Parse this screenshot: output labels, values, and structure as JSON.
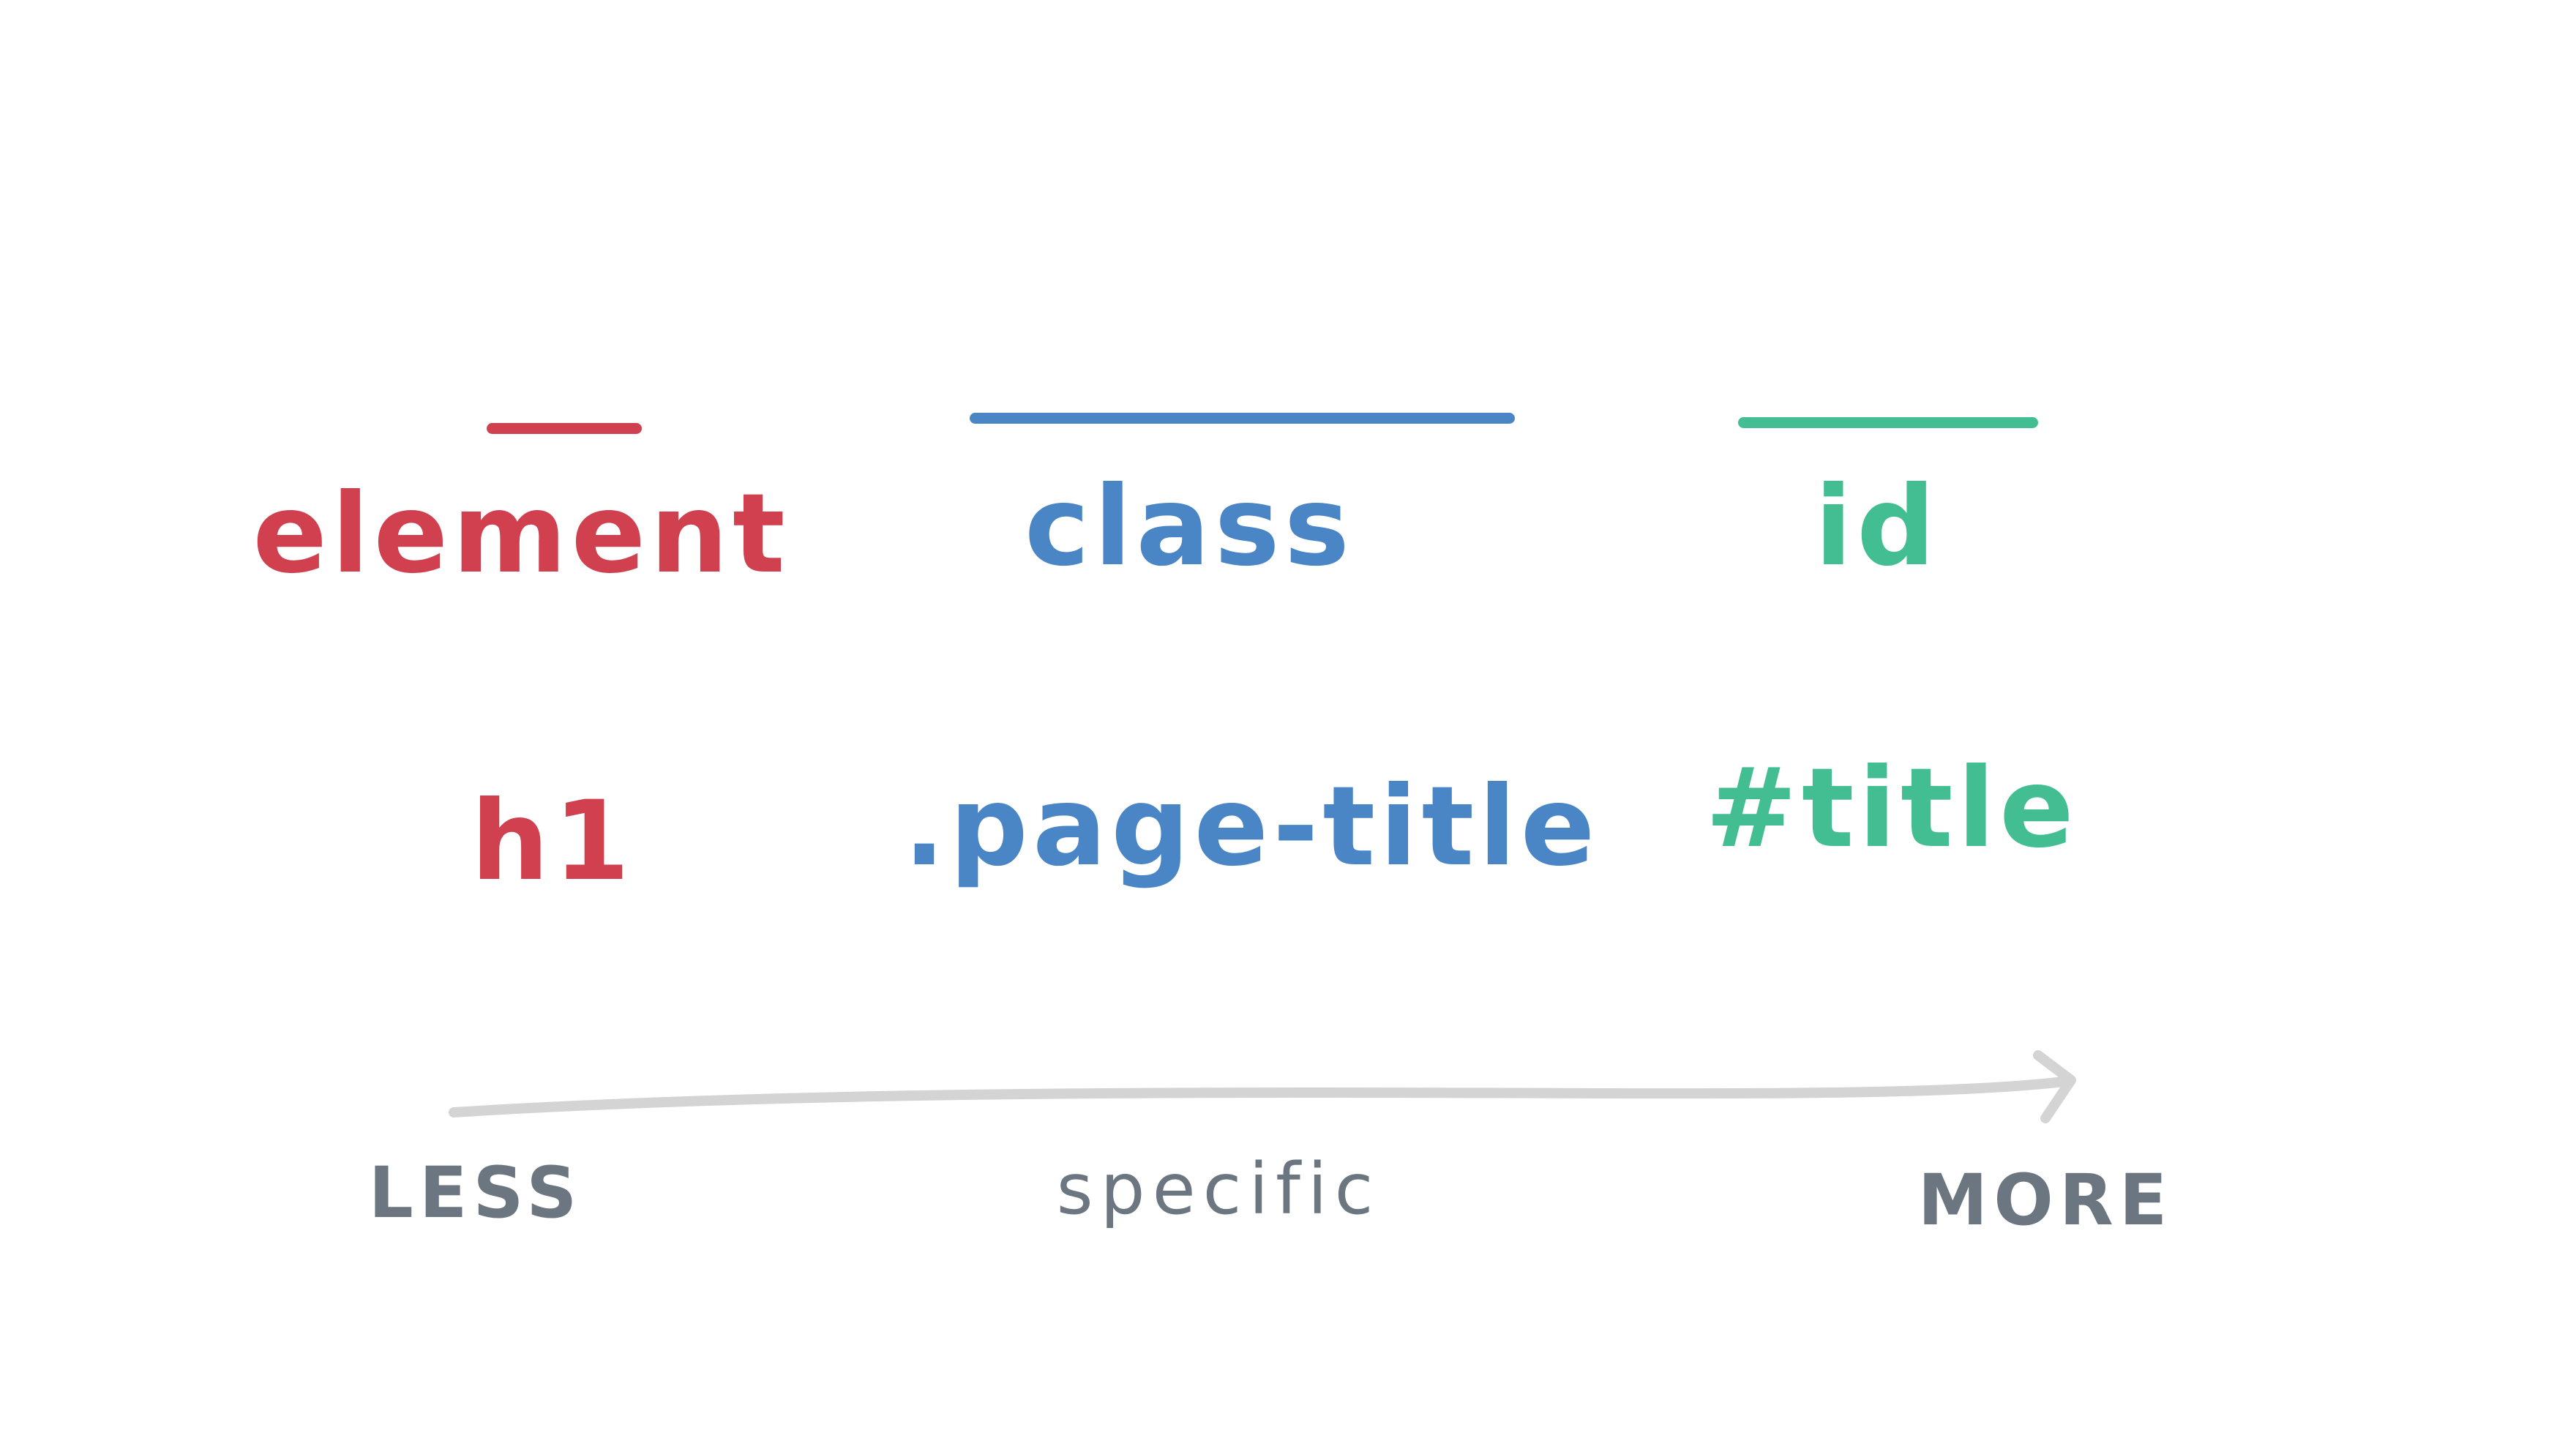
{
  "categories": [
    {
      "label": "element",
      "example": "h1",
      "color": "#d0404f"
    },
    {
      "label": "class",
      "example": ".page-title",
      "color": "#4a86c6"
    },
    {
      "label": "id",
      "example": "#title",
      "color": "#43be93"
    }
  ],
  "scale": {
    "less": "LESS",
    "middle": "specific",
    "more": "MORE",
    "text_color": "#6b7680",
    "arrow_color": "#d4d4d4"
  }
}
